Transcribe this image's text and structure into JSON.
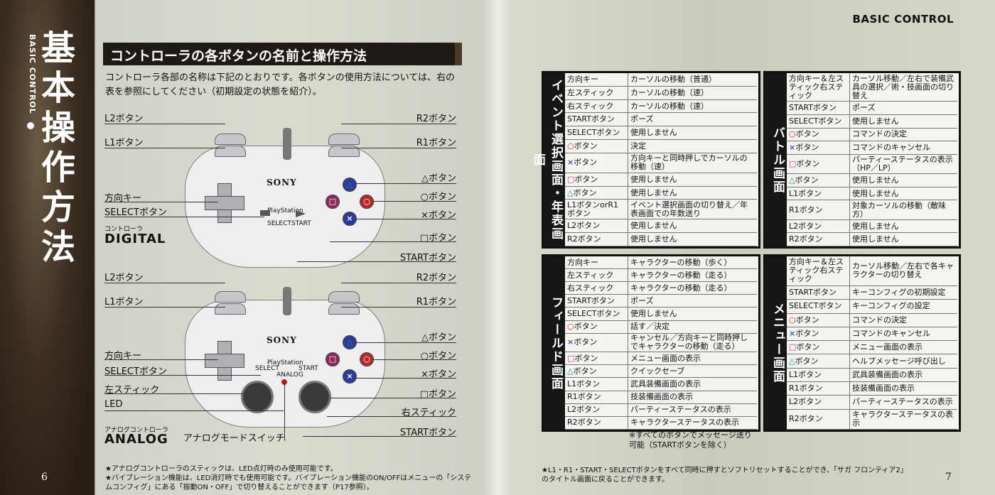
{
  "left_page": {
    "spine_title": "基本操作方法",
    "spine_subtitle": "BASIC CONTROL",
    "page_number": "6",
    "heading": "コントローラの各ボタンの名前と操作方法",
    "intro": "コントローラ各部の名称は下記のとおりです。各ボタンの使用方法については、右の表を参照にしてください（初期設定の状態を紹介）。",
    "digital": {
      "caption_small": "コントローラ",
      "caption_big": "DIGITAL",
      "labels_left": [
        "L2ボタン",
        "L1ボタン",
        "方向キー",
        "SELECTボタン"
      ],
      "labels_right": [
        "R2ボタン",
        "R1ボタン",
        "△ボタン",
        "○ボタン",
        "×ボタン",
        "□ボタン",
        "STARTボタン"
      ],
      "brand": "SONY",
      "logo_text": "PlayStation",
      "select_text": "SELECT",
      "start_text": "START"
    },
    "analog": {
      "caption_small": "アナログコントローラ",
      "caption_big": "ANALOG",
      "labels_left": [
        "L2ボタン",
        "L1ボタン",
        "方向キー",
        "SELECTボタン",
        "左スティック",
        "LED"
      ],
      "labels_right": [
        "R2ボタン",
        "R1ボタン",
        "△ボタン",
        "○ボタン",
        "×ボタン",
        "□ボタン",
        "右スティック",
        "STARTボタン"
      ],
      "mode_switch": "アナログモードスイッチ",
      "brand": "SONY",
      "logo_text": "PlayStation",
      "select_text": "SELECT",
      "start_text": "START",
      "analog_text": "ANALOG"
    },
    "notes": [
      "★アナログコントローラのスティックは、LED点灯時のみ使用可能です。",
      "★バイブレーション機能は、LED消灯時でも使用可能です。バイブレーション機能のON/OFFはメニューの「システムコンフィグ」にある「振動ON・OFF」で切り替えることができます（P17参照）。"
    ]
  },
  "right_page": {
    "header": "BASIC CONTROL",
    "page_number": "7",
    "event": {
      "title": "イベント選択画面・年表画面",
      "rows": [
        [
          "方向キー",
          "カーソルの移動（普通）"
        ],
        [
          "左スティック",
          "カーソルの移動（速）"
        ],
        [
          "右スティック",
          "カーソルの移動（速）"
        ],
        [
          "STARTボタン",
          "ポーズ"
        ],
        [
          "SELECTボタン",
          "使用しません"
        ],
        [
          "○ボタン",
          "決定"
        ],
        [
          "×ボタン",
          "方向キーと同時押しでカーソルの移動（速）"
        ],
        [
          "□ボタン",
          "使用しません"
        ],
        [
          "△ボタン",
          "使用しません"
        ],
        [
          "L1ボタンorR1ボタン",
          "イベント選択画面の切り替え／年表画面での年数送り"
        ],
        [
          "L2ボタン",
          "使用しません"
        ],
        [
          "R2ボタン",
          "使用しません"
        ]
      ]
    },
    "field": {
      "title": "フィールド画面",
      "rows": [
        [
          "方向キー",
          "キャラクターの移動（歩く）"
        ],
        [
          "左スティック",
          "キャラクターの移動（走る）"
        ],
        [
          "右スティック",
          "キャラクターの移動（走る）"
        ],
        [
          "STARTボタン",
          "ポーズ"
        ],
        [
          "SELECTボタン",
          "使用しません"
        ],
        [
          "○ボタン",
          "話す／決定"
        ],
        [
          "×ボタン",
          "キャンセル／方向キーと同時押しでキャラクターの移動（走る）"
        ],
        [
          "□ボタン",
          "メニュー画面の表示"
        ],
        [
          "△ボタン",
          "クイックセーブ"
        ],
        [
          "L1ボタン",
          "武具装備画面の表示"
        ],
        [
          "R1ボタン",
          "技装備画面の表示"
        ],
        [
          "L2ボタン",
          "パーティーステータスの表示"
        ],
        [
          "R2ボタン",
          "キャラクターステータスの表示"
        ]
      ]
    },
    "battle": {
      "title": "バトル画面",
      "rows": [
        [
          "方向キー＆左スティック右スティック",
          "カーソル移動／左右で装備武具の選択／術・技画面の切り替え"
        ],
        [
          "STARTボタン",
          "ポーズ"
        ],
        [
          "SELECTボタン",
          "使用しません"
        ],
        [
          "○ボタン",
          "コマンドの決定"
        ],
        [
          "×ボタン",
          "コマンドのキャンセル"
        ],
        [
          "□ボタン",
          "パーティーステータスの表示（HP／LP）"
        ],
        [
          "△ボタン",
          "使用しません"
        ],
        [
          "L1ボタン",
          "使用しません"
        ],
        [
          "R1ボタン",
          "対象カーソルの移動（敵味方）"
        ],
        [
          "L2ボタン",
          "使用しません"
        ],
        [
          "R2ボタン",
          "使用しません"
        ]
      ]
    },
    "menu": {
      "title": "メニュー画面",
      "rows": [
        [
          "方向キー＆左スティック右スティック",
          "カーソル移動／左右で各キャラクターの切り替え"
        ],
        [
          "STARTボタン",
          "キーコンフィグの初期設定"
        ],
        [
          "SELECTボタン",
          "キーコンフィグの設定"
        ],
        [
          "○ボタン",
          "コマンドの決定"
        ],
        [
          "×ボタン",
          "コマンドのキャンセル"
        ],
        [
          "□ボタン",
          "メニュー画面の表示"
        ],
        [
          "△ボタン",
          "ヘルプメッセージ呼び出し"
        ],
        [
          "L1ボタン",
          "武具装備画面の表示"
        ],
        [
          "R1ボタン",
          "技装備画面の表示"
        ],
        [
          "L2ボタン",
          "パーティーステータスの表示"
        ],
        [
          "R2ボタン",
          "キャラクターステータスの表示"
        ]
      ]
    },
    "footnote": "※すべてのボタンでメッセージ送り可能（STARTボタンを除く）",
    "bottom_note": "★L1・R1・START・SELECTボタンをすべて同時に押すとソフトリセットすることができ、「サガ フロンティア2」のタイトル画面に戻ることができます。",
    "colors": {
      "circle": "#d0312d",
      "cross": "#3a55b4",
      "square": "#c2398a",
      "triangle": "#1f8f7a"
    }
  }
}
